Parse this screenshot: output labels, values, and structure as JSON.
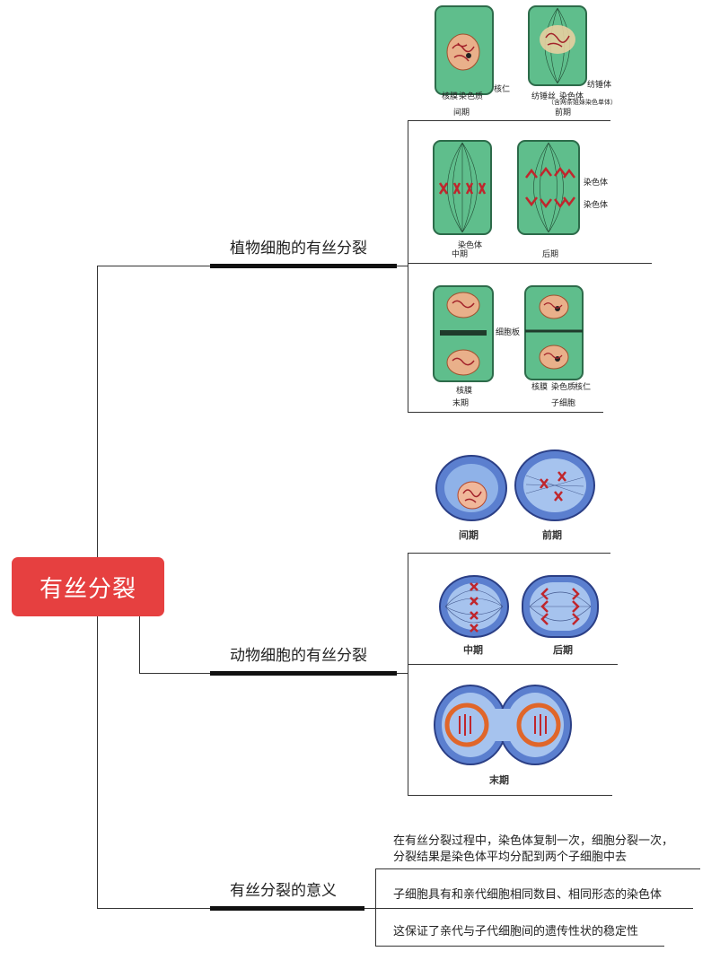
{
  "root": {
    "title": "有丝分裂"
  },
  "branches": [
    {
      "label": "植物细胞的有丝分裂"
    },
    {
      "label": "动物细胞的有丝分裂"
    },
    {
      "label": "有丝分裂的意义"
    }
  ],
  "plant": {
    "row1": {
      "cell_a": "间期",
      "cell_b": "前期",
      "labels": {
        "nucleolus": "核仁",
        "nuclear_membrane": "核膜",
        "chromatin": "染色质",
        "spindle_fiber": "纺锤丝",
        "chromosome": "染色体",
        "chromosome_note": "（含两条姐妹染色单体）",
        "spindle": "纺锤体"
      }
    },
    "row2": {
      "cell_a": "中期",
      "cell_b": "后期",
      "labels": {
        "chromosome_a": "染色体",
        "chromosome_b1": "染色体",
        "chromosome_b2": "染色体"
      }
    },
    "row3": {
      "cell_a": "末期",
      "cell_b": "子细胞",
      "labels": {
        "cell_plate": "细胞板",
        "nuclear_membrane_a": "核膜",
        "nuclear_membrane_b": "核膜",
        "chromatin": "染色质",
        "nucleolus": "核仁"
      }
    }
  },
  "animal": {
    "row1": {
      "cell_a": "间期",
      "cell_b": "前期"
    },
    "row2": {
      "cell_a": "中期",
      "cell_b": "后期"
    },
    "row3": {
      "cell_a": "末期"
    }
  },
  "significance": [
    "在有丝分裂过程中，染色体复制一次，细胞分裂一次，分裂结果是染色体平均分配到两个子细胞中去",
    "子细胞具有和亲代细胞相同数目、相同形态的染色体",
    "这保证了亲代与子代细胞间的遗传性状的稳定性"
  ],
  "colors": {
    "root_bg": "#e64040",
    "plant_cell": "#5fbe8c",
    "animal_cell": "#5b7fcf",
    "chromosome": "#c0262c"
  }
}
